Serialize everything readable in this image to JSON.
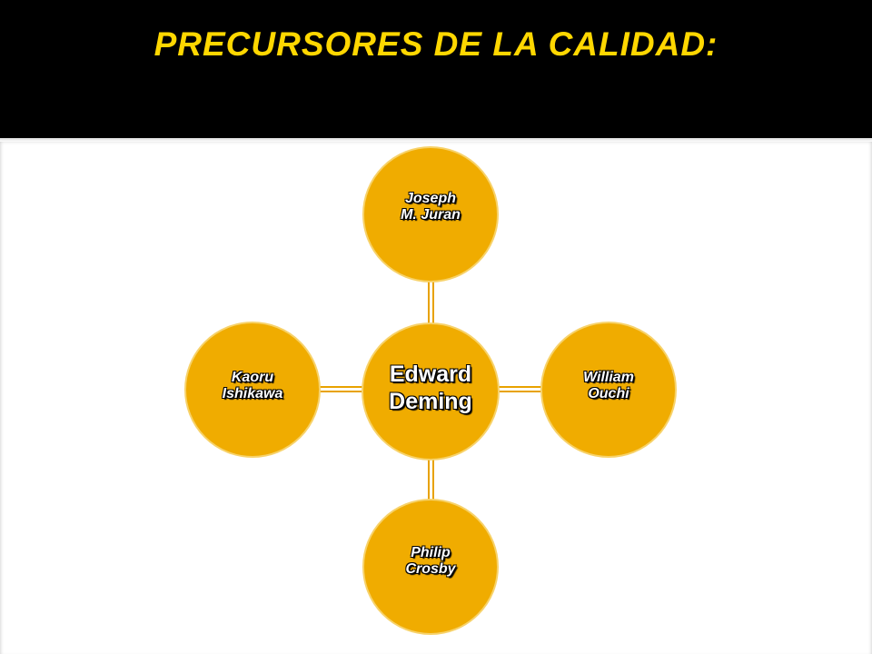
{
  "slide": {
    "title": "PRECURSORES DE LA CALIDAD:"
  },
  "diagram": {
    "center": {
      "line1": "Edward",
      "line2": "Deming"
    },
    "top": {
      "line1": "Joseph",
      "line2": "M. Juran"
    },
    "right": {
      "line1": "William",
      "line2": "Ouchi"
    },
    "bottom": {
      "line1": "Philip",
      "line2": "Crosby"
    },
    "left": {
      "line1": "Kaoru",
      "line2": "Ishikawa"
    }
  },
  "colors": {
    "node_fill": "#F0AC00",
    "node_stroke": "#F7D26A",
    "connector": "#E8A200",
    "title_text": "#FFD700",
    "header_bg": "#000000"
  }
}
